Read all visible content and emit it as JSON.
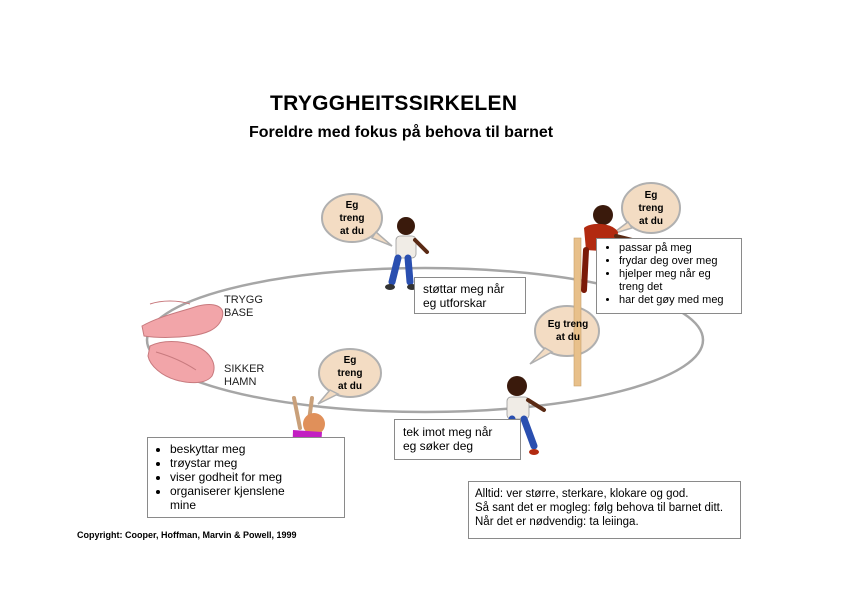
{
  "title": "TRYGGHEITSSIRKELEN",
  "subtitle": "Foreldre med fokus på behova til barnet",
  "labels": {
    "secure_base": [
      "TRYGG",
      "BASE"
    ],
    "safe_haven": [
      "SIKKER",
      "HAMN"
    ]
  },
  "bubbles": {
    "top_left": [
      "Eg",
      "treng",
      "at du"
    ],
    "top_right": [
      "Eg",
      "treng",
      "at du"
    ],
    "middle_right": [
      "Eg treng",
      "at du"
    ],
    "bottom_left": [
      "Eg",
      "treng",
      "at du"
    ]
  },
  "boxes": {
    "explore": [
      "støttar meg når",
      "eg utforskar"
    ],
    "top_right_list": [
      "passar på meg",
      "frydar deg over meg",
      "hjelper meg når eg treng det",
      "har det gøy med meg"
    ],
    "return": [
      "tek imot meg når",
      "eg søker deg"
    ],
    "bottom_left_list": [
      "beskyttar meg",
      "trøystar meg",
      "viser godheit for meg",
      "organiserer kjenslene mine"
    ],
    "always": [
      "Alltid: ver større, sterkare, klokare og god.",
      "Så sant det er mogleg: følg behova til barnet ditt.",
      "Når det er nødvendig: ta leiinga."
    ]
  },
  "copyright": "Copyright: Cooper, Hoffman, Marvin & Powell, 1999",
  "colors": {
    "bubble_fill": "#f3dcc3",
    "hand_fill": "#f2a5a9",
    "child_skin": "#5a2a14",
    "shirt_white": "#f0ece6",
    "pants_blue": "#2a4fb0",
    "shirt_magenta": "#c21fc2",
    "shirt_red": "#b22a10"
  }
}
